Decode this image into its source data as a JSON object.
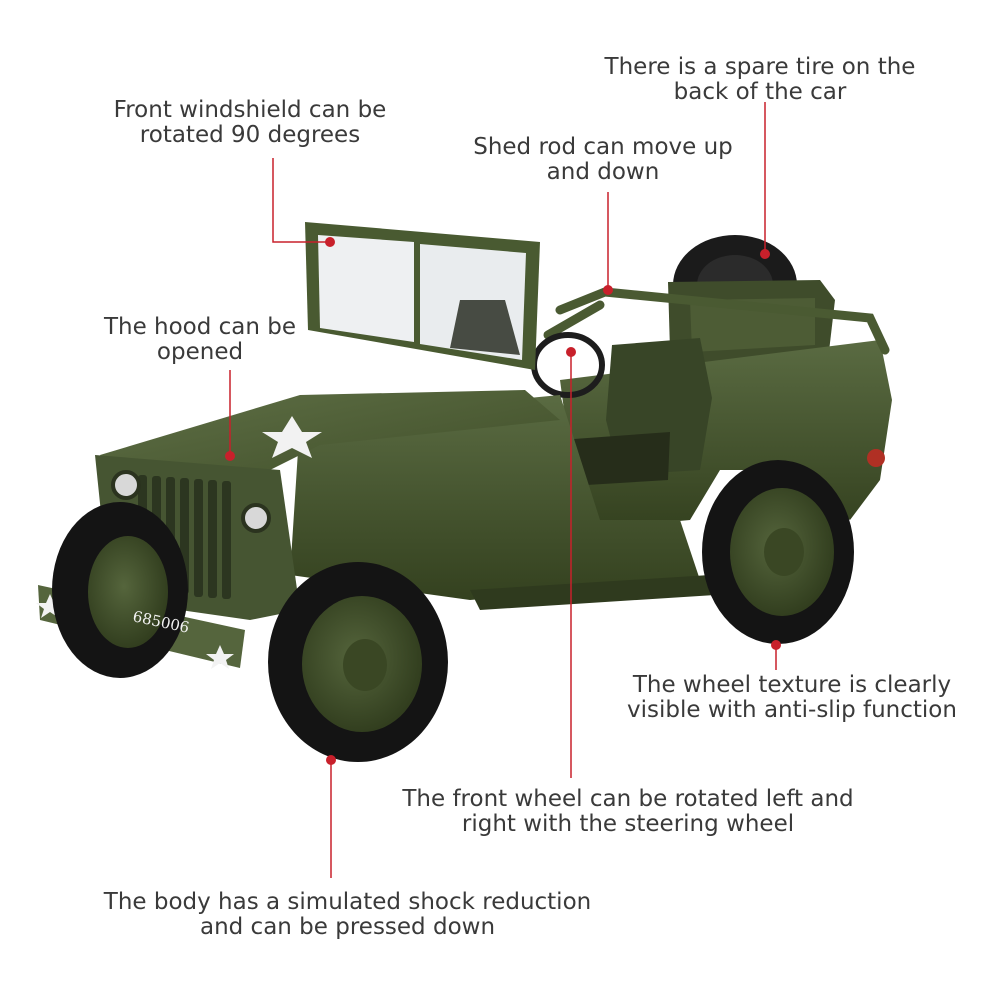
{
  "colors": {
    "callout_line": "#c8202b",
    "label_text": "#3a3a3a",
    "body_green": "#4a5a35"
  },
  "vehicle": {
    "bumper_number": "685006"
  },
  "callouts": {
    "spare_tire": "There is a spare tire on the\nback of the car",
    "windshield": "Front windshield can be\nrotated 90 degrees",
    "shed_rod": "Shed rod can move up\nand down",
    "hood": "The hood can be\nopened",
    "wheel_texture": "The wheel texture is clearly\nvisible with anti-slip function",
    "front_wheel": "The front wheel can be rotated left and\nright with the steering wheel",
    "shock": "The body has a simulated shock reduction\nand can be pressed down"
  }
}
